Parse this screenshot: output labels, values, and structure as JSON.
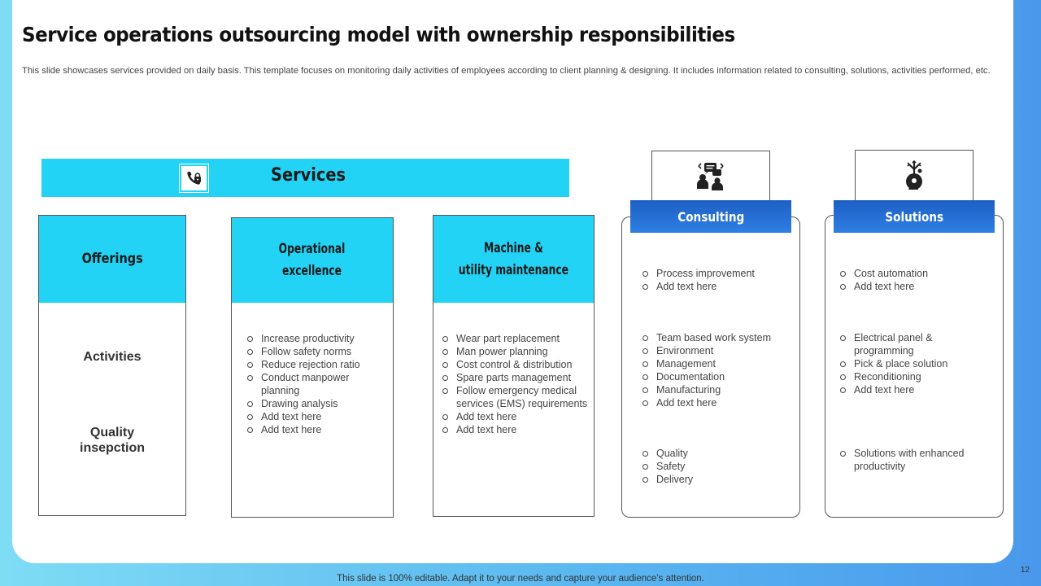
{
  "title": "Service operations outsourcing model with ownership responsibilities",
  "subtitle": "This slide showcases services provided on daily basis. This template focuses on monitoring daily activities of employees according to client planning & designing. It includes information related to consulting, solutions, activities performed, etc.",
  "services": {
    "label": "Services",
    "icon": "phone-lock-icon"
  },
  "offerings": {
    "head": "Offerings",
    "rows": [
      "Activities",
      "Quality insepction"
    ]
  },
  "operational": {
    "head_line1": "Operational",
    "head_line2": "excellence",
    "items": [
      "Increase productivity",
      "Follow safety norms",
      "Reduce rejection ratio",
      "Conduct manpower planning",
      "Drawing analysis",
      "Add text here",
      "Add text here"
    ]
  },
  "machine": {
    "head_line1": "Machine &",
    "head_line2": "utility maintenance",
    "items": [
      "Wear part replacement",
      "Man power planning",
      "Cost control & distribution",
      "Spare parts management",
      "Follow emergency medical services (EMS) requirements",
      "Add text here",
      "Add text here"
    ]
  },
  "consulting": {
    "head": "Consulting",
    "icon": "consulting-people-icon",
    "group1": [
      "Process improvement",
      "Add text here"
    ],
    "group2": [
      "Team based work system",
      "Environment",
      "Management",
      "Documentation",
      "Manufacturing",
      "Add text here"
    ],
    "group3": [
      "Quality",
      "Safety",
      "Delivery"
    ]
  },
  "solutions": {
    "head": "Solutions",
    "icon": "solution-head-icon",
    "group1": [
      "Cost automation",
      "Add text here"
    ],
    "group2": [
      "Electrical panel & programming",
      "Pick & place solution",
      "Reconditioning",
      "Add text here"
    ],
    "group3": [
      "Solutions with enhanced productivity"
    ]
  },
  "footer": "This slide is 100% editable. Adapt it to your needs and capture your audience’s attention.",
  "page_number": "12",
  "colors": {
    "cyan": "#22d3f5",
    "blue": "#1d5fc4"
  }
}
